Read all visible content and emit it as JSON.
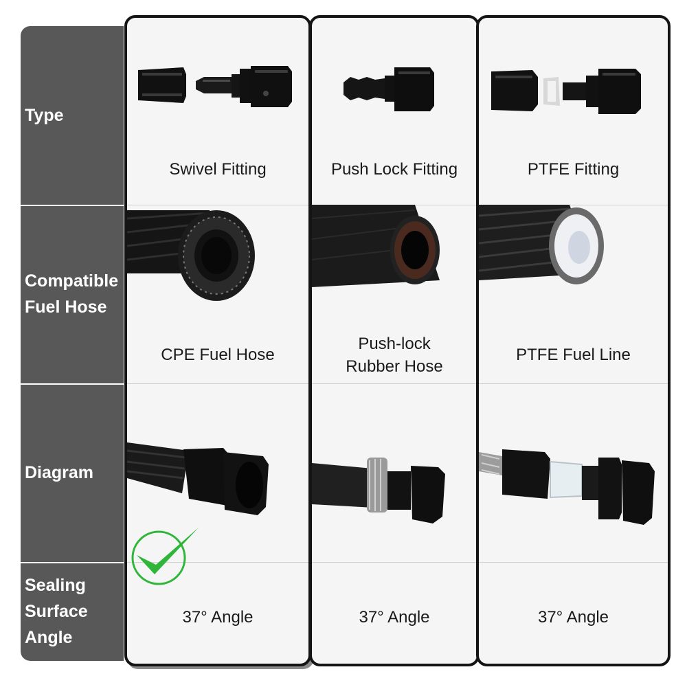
{
  "row_labels": {
    "type": "Type",
    "compatible_hose": "Compatible\nFuel Hose",
    "diagram": "Diagram",
    "sealing_angle": "Sealing\nSurface\nAngle"
  },
  "columns": [
    {
      "fitting": "Swivel Fitting",
      "hose": "CPE Fuel Hose",
      "angle": "37° Angle",
      "recommended": true
    },
    {
      "fitting": "Push Lock Fitting",
      "hose": "Push-lock\nRubber Hose",
      "angle": "37° Angle",
      "recommended": false
    },
    {
      "fitting": "PTFE Fitting",
      "hose": "PTFE Fuel Line",
      "angle": "37° Angle",
      "recommended": false
    }
  ],
  "icons": {
    "recommended": "green-checkmark-icon"
  },
  "colors": {
    "label_panel": "#585858",
    "column_border": "#141414",
    "check_green": "#2fb53a",
    "fitting_black": "#111111"
  }
}
